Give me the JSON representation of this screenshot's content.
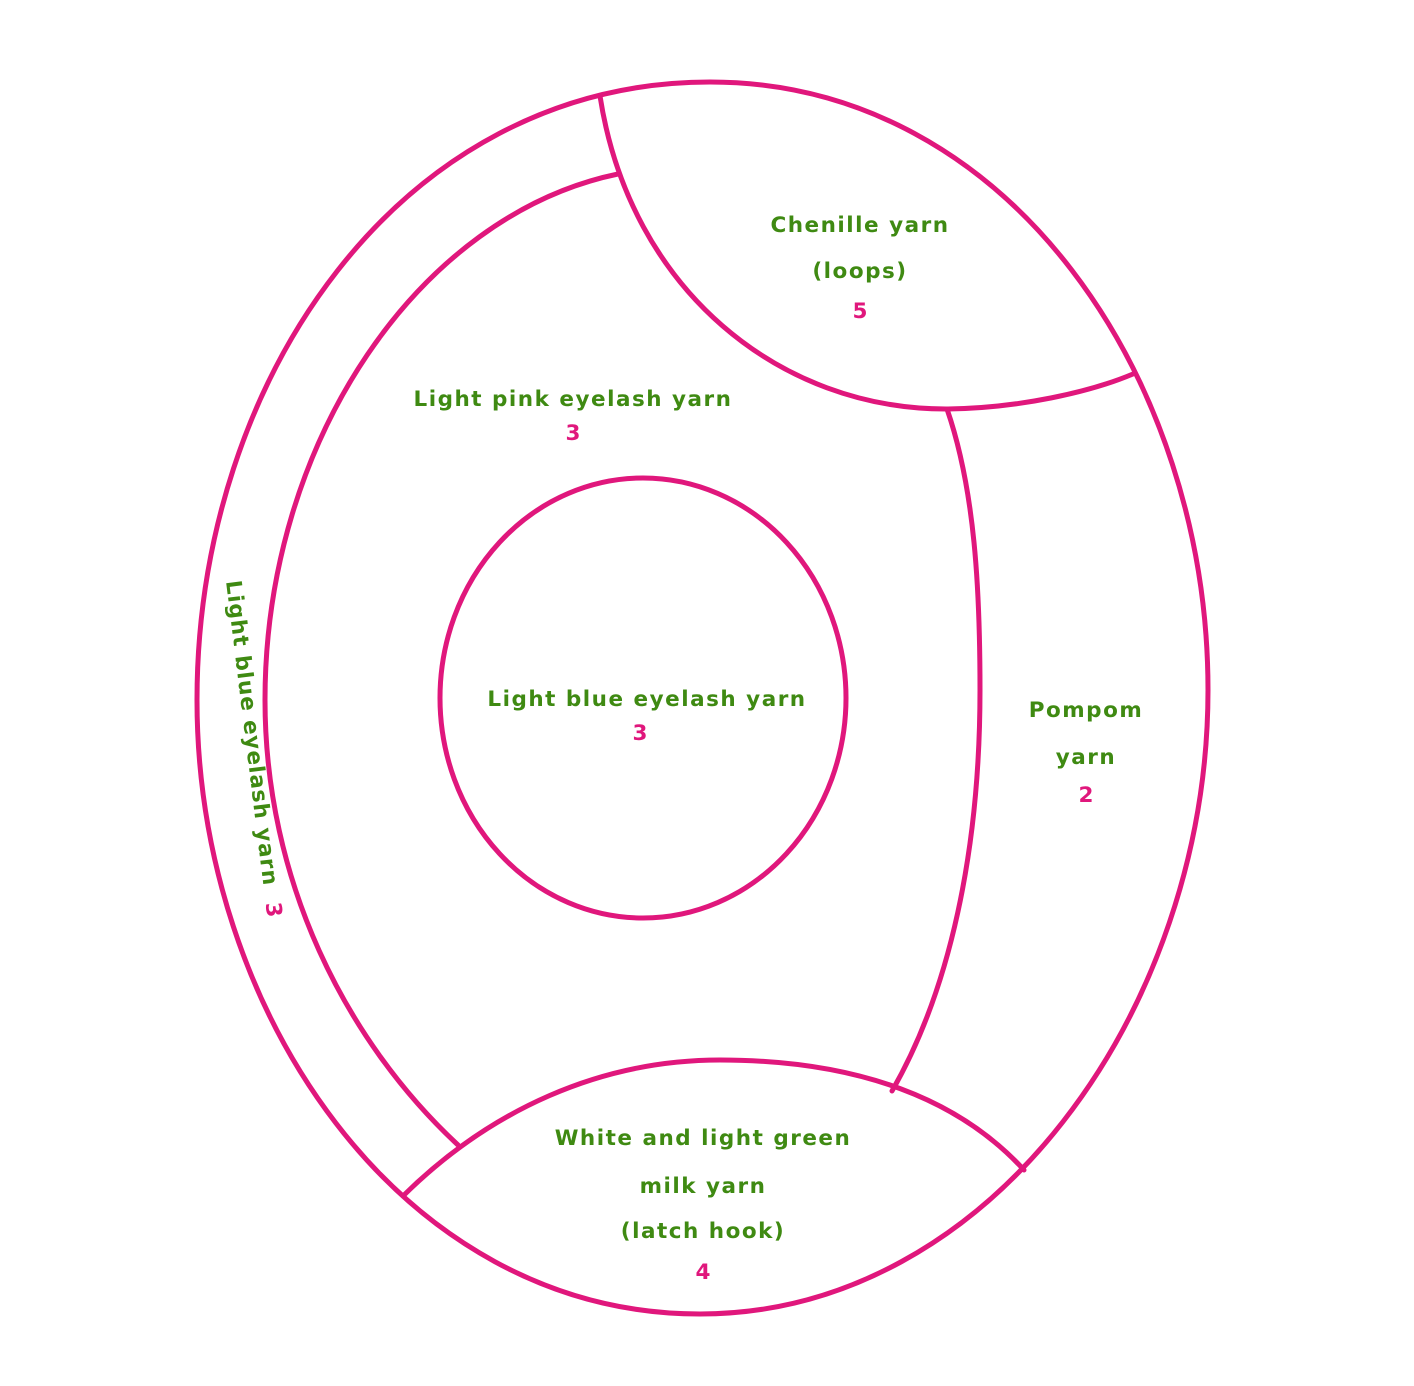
{
  "colors": {
    "outline": "#e0177c",
    "label": "#3f8a12",
    "number": "#e0177c",
    "background": "#ffffff"
  },
  "regions": {
    "chenille": {
      "lines": [
        "Chenille yarn",
        "(loops)"
      ],
      "number": "5"
    },
    "pink": {
      "lines": [
        "Light pink eyelash yarn"
      ],
      "number": "3"
    },
    "center": {
      "lines": [
        "Light blue eyelash yarn"
      ],
      "number": "3"
    },
    "pompom": {
      "lines": [
        "Pompom",
        "yarn"
      ],
      "number": "2"
    },
    "milk": {
      "lines": [
        "White and light green",
        "milk yarn",
        "(latch hook)"
      ],
      "number": "4"
    },
    "outer": {
      "text": "Light blue eyelash yarn",
      "number": "3"
    }
  }
}
